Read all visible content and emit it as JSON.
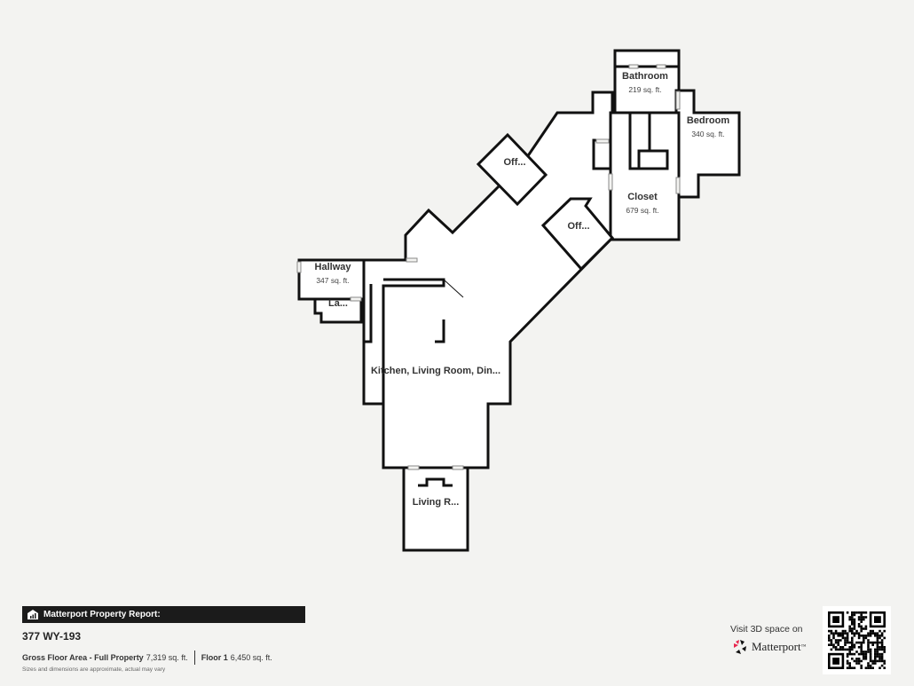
{
  "rooms": [
    {
      "name": "Bathroom",
      "area": "219 sq. ft."
    },
    {
      "name": "Bedroom",
      "area": "340 sq. ft."
    },
    {
      "name": "Off..."
    },
    {
      "name": "Closet",
      "area": "679 sq. ft."
    },
    {
      "name": "Off..."
    },
    {
      "name": "Hallway",
      "area": "347 sq. ft."
    },
    {
      "name": "La..."
    },
    {
      "name": "Kitchen, Living Room, Din..."
    },
    {
      "name": "Living R..."
    }
  ],
  "report": {
    "title": "Matterport Property Report:",
    "icon": "building-chart-icon",
    "address": "377 WY-193",
    "gross_label": "Gross Floor Area - Full Property",
    "gross_value": "7,319 sq. ft.",
    "floor_label": "Floor 1",
    "floor_value": "6,450 sq. ft.",
    "disclaimer": "Sizes and dimensions are approximate, actual may vary"
  },
  "visit": {
    "text": "Visit 3D space on",
    "brand": "Matterport",
    "brand_mark": "™",
    "logo_color": "#e8264d",
    "qr_icon": "qr-code-icon"
  }
}
